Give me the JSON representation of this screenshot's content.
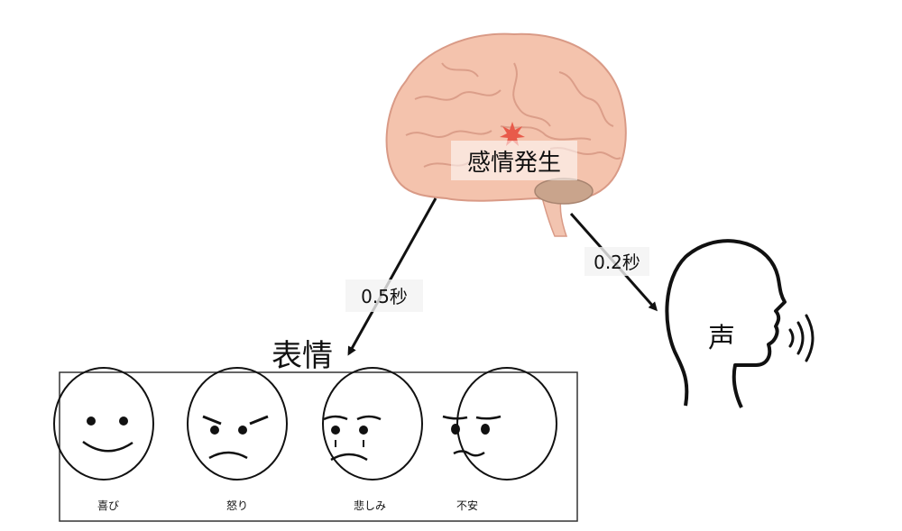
{
  "brain": {
    "label": "感情発生",
    "color": "#f4c3ad",
    "spark_color": "#e85a4a"
  },
  "arrows": {
    "face_delay": "0.5秒",
    "voice_delay": "0.2秒"
  },
  "expression": {
    "title": "表情",
    "faces": [
      {
        "label": "喜び",
        "emotion": "joy"
      },
      {
        "label": "怒り",
        "emotion": "anger"
      },
      {
        "label": "悲しみ",
        "emotion": "sadness"
      },
      {
        "label": "不安",
        "emotion": "anxiety"
      }
    ]
  },
  "voice": {
    "label": "声"
  }
}
